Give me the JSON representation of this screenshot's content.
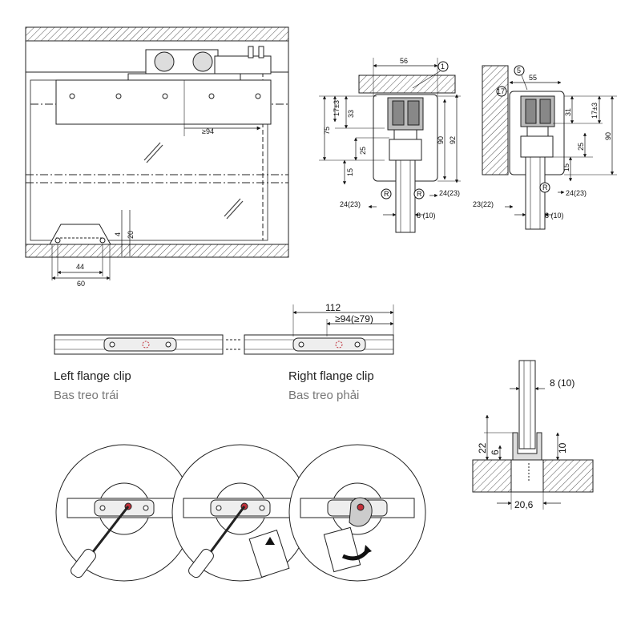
{
  "colors": {
    "line": "#222222",
    "hatch": "#555555",
    "accent": "#c0303a",
    "caption_secondary": "#777777"
  },
  "top_left_view": {
    "dim_94": "≥94",
    "dim_4": "4",
    "dim_20": "20",
    "dim_44": "44",
    "dim_60": "60"
  },
  "section_a": {
    "marker_1": "1",
    "dim_56": "56",
    "dim_17": "17±3",
    "dim_33": "33",
    "dim_75": "75",
    "dim_25": "25",
    "dim_15": "15",
    "dim_90": "90",
    "dim_92": "92",
    "dim_24_right": "24(23)",
    "dim_24_left": "24(23)",
    "dim_8": "8 (10)",
    "marker_r1": "R",
    "marker_r2": "R"
  },
  "section_b": {
    "marker_5": "5",
    "marker_17": "17",
    "dim_55": "55",
    "dim_31": "31",
    "dim_17": "17±3",
    "dim_25": "25",
    "dim_15": "15",
    "dim_90": "90",
    "dim_24": "24(23)",
    "dim_23": "23(22)",
    "dim_8": "8 (10)",
    "marker_r": "R"
  },
  "flange": {
    "dim_112": "112",
    "dim_94": "≥94(≥79)",
    "left_title": "Left flange clip",
    "left_subtitle": "Bas treo trái",
    "right_title": "Right flange clip",
    "right_subtitle": "Bas treo phải"
  },
  "bottom_guide": {
    "dim_8": "8 (10)",
    "dim_22": "22",
    "dim_6": "6",
    "dim_10": "10",
    "dim_206": "20,6"
  }
}
